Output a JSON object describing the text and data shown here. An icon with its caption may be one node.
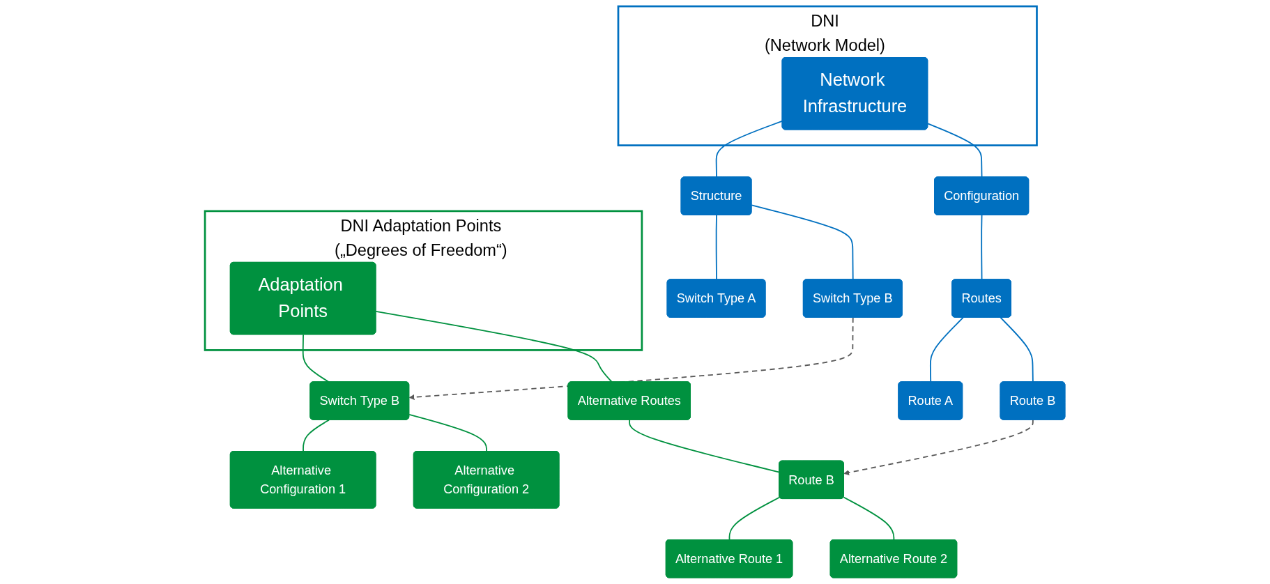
{
  "diagram": {
    "nodes": [
      {
        "text": [
          "DNI",
          "(Network Model)"
        ]
      },
      {
        "text": [
          "Network Infrastructure"
        ],
        "in": 0
      },
      {
        "text": [
          "Structure"
        ]
      },
      {
        "text": [
          "Switch Type A"
        ]
      },
      {
        "text": [
          "Switch Type B"
        ]
      },
      {
        "text": [
          "Configuration"
        ]
      },
      {
        "text": [
          "Routes"
        ]
      },
      {
        "text": [
          "Route A"
        ]
      },
      {
        "text": [
          "Route B"
        ]
      },
      {
        "text": [
          "DNI Adaptation Points",
          "(„Degrees of Freedom“)"
        ]
      },
      {
        "text": [
          "Adaptation Points"
        ],
        "in": 9
      },
      {
        "text": [
          "Switch Type B"
        ]
      },
      {
        "text": [
          "Alternative Configuration 1"
        ]
      },
      {
        "text": [
          "Alternative Configuration 2"
        ]
      },
      {
        "text": [
          "Alternative Routes"
        ]
      },
      {
        "text": [
          "Route B"
        ]
      },
      {
        "text": [
          "Alternative Route 1"
        ]
      },
      {
        "text": [
          "Alternative Route 2"
        ]
      }
    ],
    "edges": [
      {
        "from": 1,
        "to": 2,
        "arrow": "none",
        "color": "#0070c0"
      },
      {
        "from": 1,
        "to": 5,
        "arrow": "none",
        "color": "#0070c0"
      },
      {
        "from": 2,
        "to": 3,
        "arrow": "none",
        "color": "#0070c0"
      },
      {
        "from": 2,
        "to": 4,
        "arrow": "none",
        "color": "#0070c0"
      },
      {
        "from": 5,
        "to": 6,
        "arrow": "none",
        "color": "#0070c0"
      },
      {
        "from": 6,
        "to": 7,
        "arrow": "none",
        "color": "#0070c0"
      },
      {
        "from": 6,
        "to": 8,
        "arrow": "none",
        "color": "#0070c0"
      },
      {
        "from": 4,
        "to": 11,
        "arrow": "to",
        "style": "dashed",
        "color": "#595959"
      },
      {
        "from": 10,
        "to": 11,
        "arrow": "none",
        "color": "#00913f"
      },
      {
        "from": 10,
        "to": 14,
        "arrow": "none",
        "color": "#00913f"
      },
      {
        "from": 11,
        "to": 12,
        "arrow": "none",
        "color": "#00913f"
      },
      {
        "from": 11,
        "to": 13,
        "arrow": "none",
        "color": "#00913f"
      },
      {
        "from": 14,
        "to": 15,
        "arrow": "none",
        "color": "#00913f"
      },
      {
        "from": 15,
        "to": 16,
        "arrow": "none",
        "color": "#00913f"
      },
      {
        "from": 15,
        "to": 17,
        "arrow": "none",
        "color": "#00913f"
      },
      {
        "from": 8,
        "to": 15,
        "arrow": "to",
        "style": "dashed",
        "color": "#595959"
      }
    ]
  }
}
